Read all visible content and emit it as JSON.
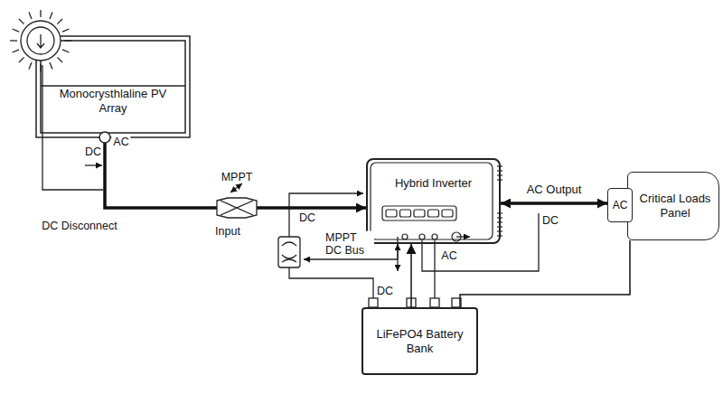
{
  "diagram": {
    "nodes": [
      {
        "text": [
          "Monocrysthlaline PV Array"
        ]
      },
      {
        "text": [
          "Hybrid Inverter"
        ]
      },
      {
        "text": [
          "AC",
          "Critical Loads Panel"
        ]
      },
      {
        "text": [
          "LiFePO4 Battery Bank"
        ]
      }
    ],
    "edges": [
      {
        "from": 0,
        "to": 1,
        "arrow": "to"
      },
      {
        "from": 1,
        "to": 2,
        "label": "AC Output",
        "arrow": "both"
      },
      {
        "from": 3,
        "to": 1,
        "arrow": "to"
      },
      {
        "from": 3,
        "to": 2,
        "arrow": "none"
      }
    ],
    "labels": [
      "AC",
      "DC",
      "DC Disconnect",
      "MPPT",
      "Input",
      "DC",
      "MPPT DC Bus",
      "AC",
      "DC",
      "DC"
    ]
  }
}
